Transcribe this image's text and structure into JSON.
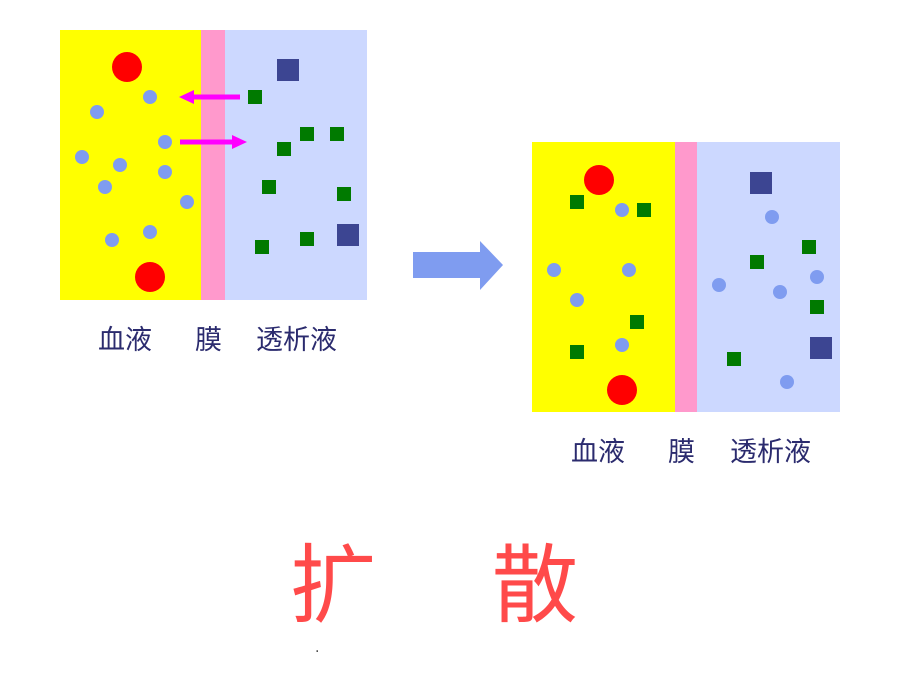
{
  "colors": {
    "blood": "#ffff00",
    "membrane": "#ff99cc",
    "dialysate": "#ccd8ff",
    "red_cell": "#ff0000",
    "small_particle": "#7f9cf0",
    "green_particle": "#007a00",
    "navy_particle": "#3c4592",
    "arrow": "#ff00ff",
    "big_arrow": "#7f9cf0",
    "title": "#ff4a4a"
  },
  "panels": {
    "before": {
      "labels": {
        "blood": "血液",
        "membrane": "膜",
        "dialysate": "透析液"
      }
    },
    "after": {
      "labels": {
        "blood": "血液",
        "membrane": "膜",
        "dialysate": "透析液"
      }
    }
  },
  "title": {
    "part1": "扩",
    "part2": "散"
  },
  "footer_dot": "."
}
